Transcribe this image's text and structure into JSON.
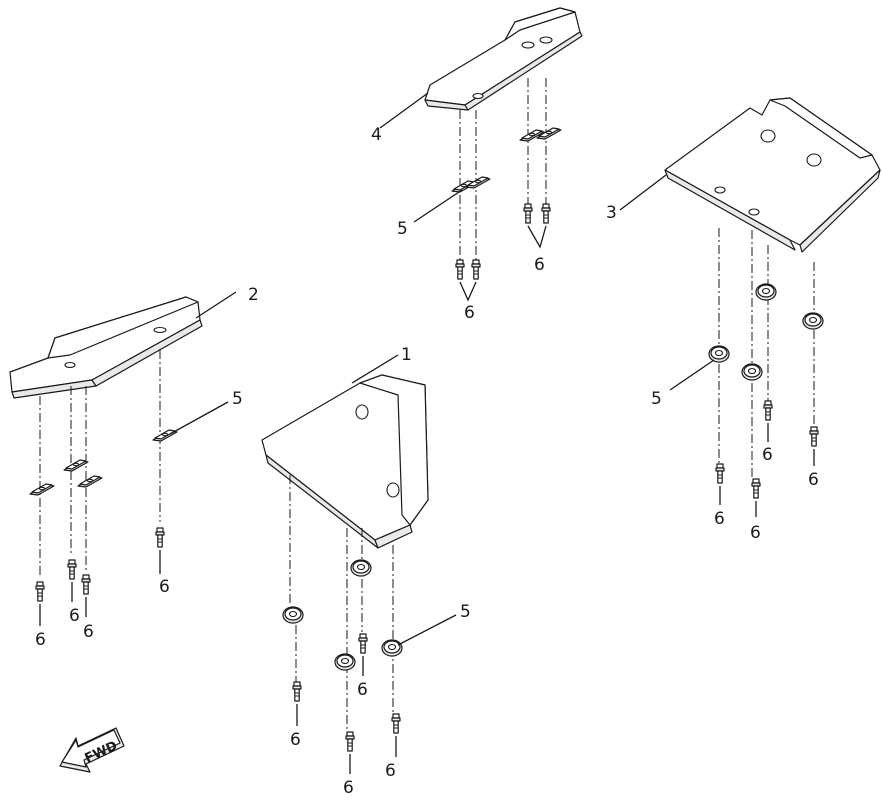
{
  "callouts": {
    "c1": "1",
    "c2": "2",
    "c3": "3",
    "c4": "4",
    "c5_top": "5",
    "c5_left": "5",
    "c5_mid": "5",
    "c5_right": "5",
    "c6_top_a": "6",
    "c6_top_b": "6",
    "c6_left_a": "6",
    "c6_left_b": "6",
    "c6_left_c": "6",
    "c6_left_d": "6",
    "c6_mid_a": "6",
    "c6_mid_b": "6",
    "c6_mid_c": "6",
    "c6_mid_d": "6",
    "c6_right_a": "6",
    "c6_right_b": "6",
    "c6_right_c": "6",
    "c6_right_d": "6"
  },
  "fwd_badge": {
    "label": "FWD",
    "icon": "forward-arrow-icon"
  }
}
